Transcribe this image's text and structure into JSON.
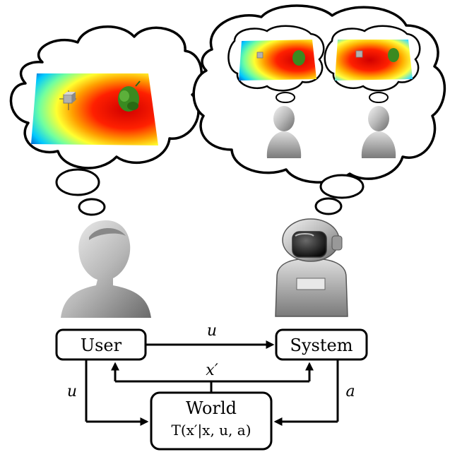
{
  "nodes": {
    "user": "User",
    "system": "System",
    "world_title": "World",
    "world_formula": "T(x′|x, u, a)"
  },
  "edges": {
    "user_to_system": "u",
    "world_feedback": "x′",
    "user_to_world": "u",
    "system_to_world": "a"
  },
  "colors": {
    "heat_hot": "#e00000",
    "heat_mid": "#ffe000",
    "heat_cool": "#00d0ff",
    "heat_cold": "#0030c0",
    "target_cube": "#a0a0a0",
    "robot_green": "#3a8a20"
  },
  "icons": {
    "user_avatar": "person-silhouette-icon",
    "system_avatar": "robot-icon",
    "thought_cloud": "thought-bubble-icon"
  }
}
